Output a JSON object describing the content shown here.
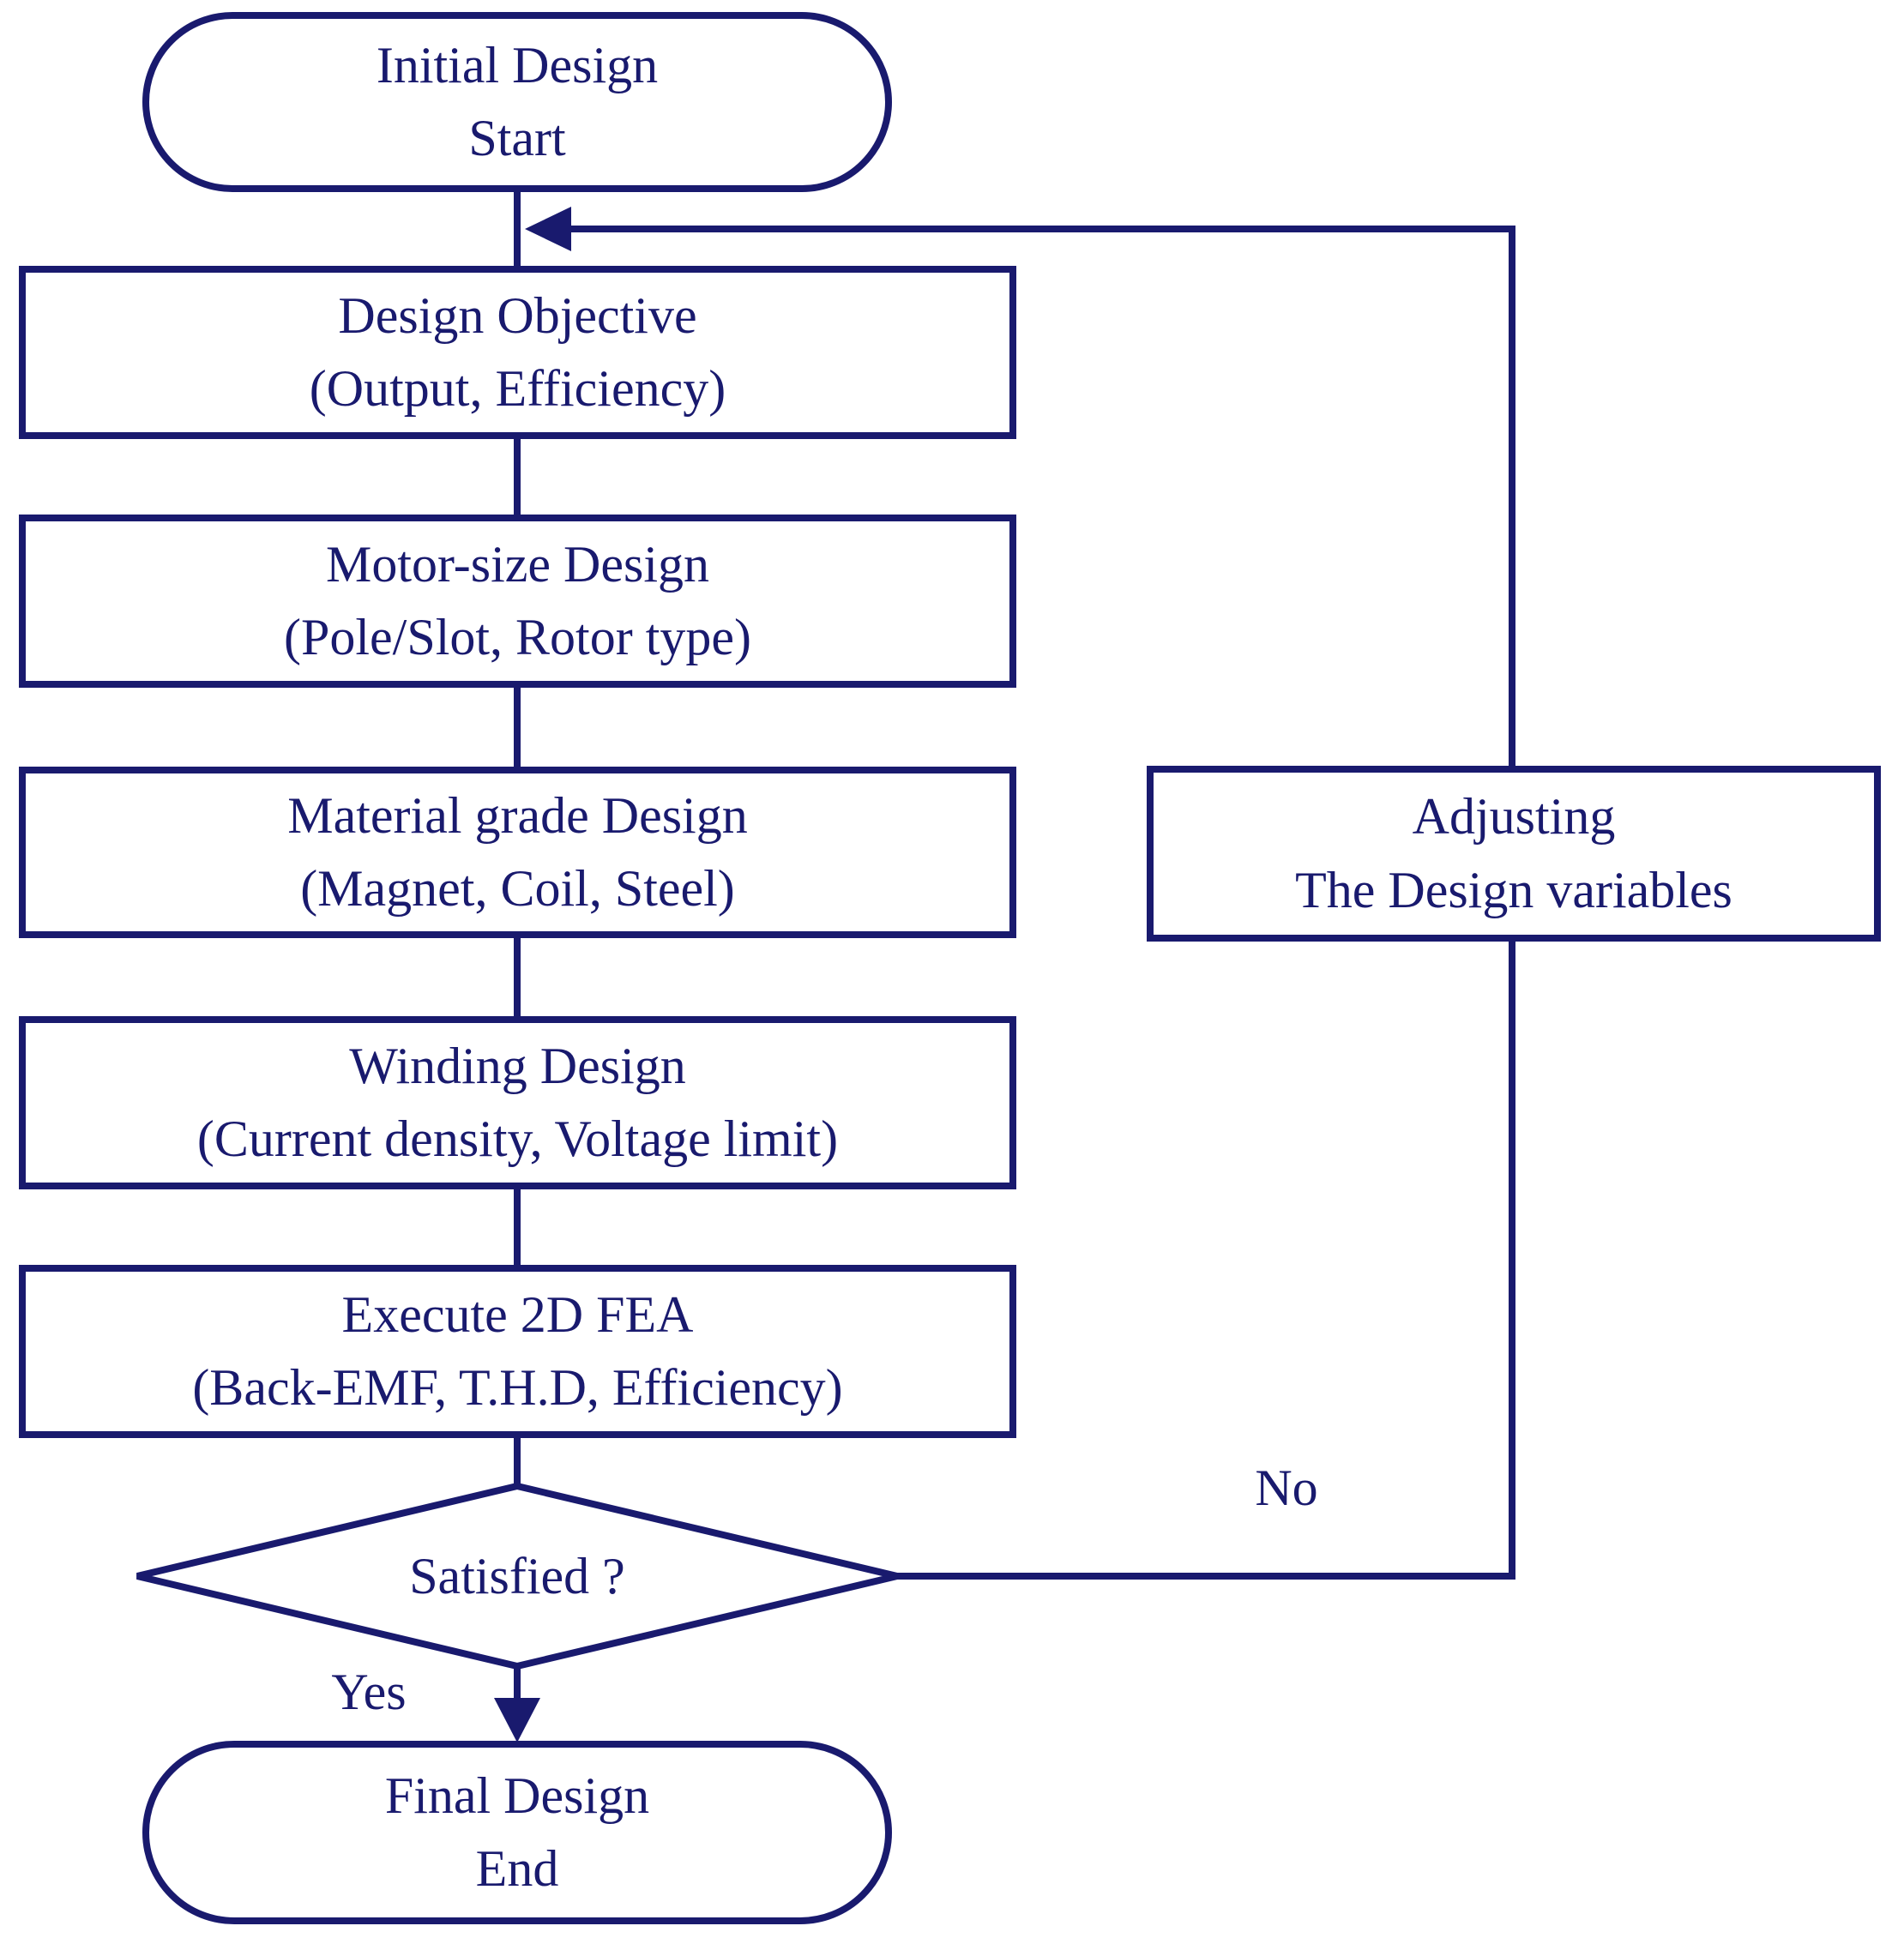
{
  "colors": {
    "line": "#191a6e",
    "background": "#ffffff"
  },
  "nodes": {
    "start": {
      "line1": "Initial Design",
      "line2": "Start"
    },
    "design_objective": {
      "line1": "Design Objective",
      "line2": "(Output, Efficiency)"
    },
    "motor_size": {
      "line1": "Motor-size Design",
      "line2": "(Pole/Slot, Rotor type)"
    },
    "material_grade": {
      "line1": "Material grade Design",
      "line2": "(Magnet, Coil, Steel)"
    },
    "winding": {
      "line1": "Winding Design",
      "line2": "(Current density, Voltage limit)"
    },
    "fea": {
      "line1": "Execute 2D FEA",
      "line2": "(Back-EMF, T.H.D, Efficiency)"
    },
    "decision": {
      "label": "Satisfied ?"
    },
    "adjusting": {
      "line1": "Adjusting",
      "line2": "The Design variables"
    },
    "end": {
      "line1": "Final Design",
      "line2": "End"
    }
  },
  "edges": {
    "no_label": "No",
    "yes_label": "Yes"
  }
}
